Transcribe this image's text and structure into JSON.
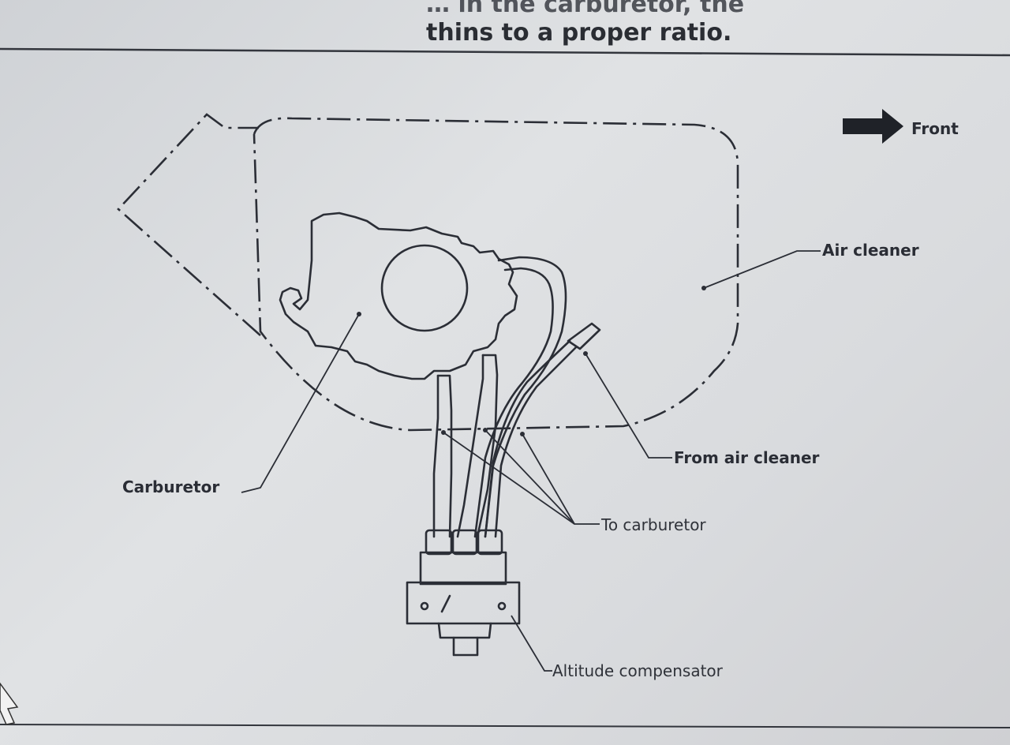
{
  "header_text": {
    "line1": "… in the carburetor, the",
    "line2": "thins to a proper ratio."
  },
  "direction_indicator": {
    "label": "Front",
    "icon": "arrow-right-icon"
  },
  "callouts": {
    "air_cleaner": "Air cleaner",
    "carburetor": "Carburetor",
    "from_air_cleaner": "From air cleaner",
    "to_carburetor": "To carburetor",
    "altitude_compensator": "Altitude compensator"
  },
  "colors": {
    "line": "#2b2e36",
    "paper": "#d9dbde"
  }
}
